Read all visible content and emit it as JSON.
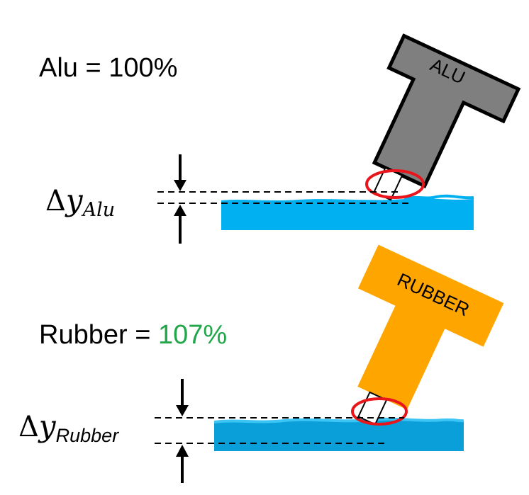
{
  "alu_panel": {
    "ratio_label": "Alu = 100%",
    "tool_text": "ALU",
    "delta_symbol": "Δ",
    "delta_var": "y",
    "delta_subscript": "Alu"
  },
  "rubber_panel": {
    "ratio_prefix": "Rubber = ",
    "ratio_value": "107%",
    "tool_text": "RUBBER",
    "delta_symbol": "Δ",
    "delta_var": "y",
    "delta_subscript": "Rubber"
  },
  "colors": {
    "alu_tool": "#7f7f7f",
    "rubber_tool": "#ffa500",
    "water_top": "#00b0f0",
    "water_bottom": "#0a9fd8",
    "highlight_ring": "#e8161b",
    "value_green": "#22a64a",
    "outline": "#000000"
  }
}
